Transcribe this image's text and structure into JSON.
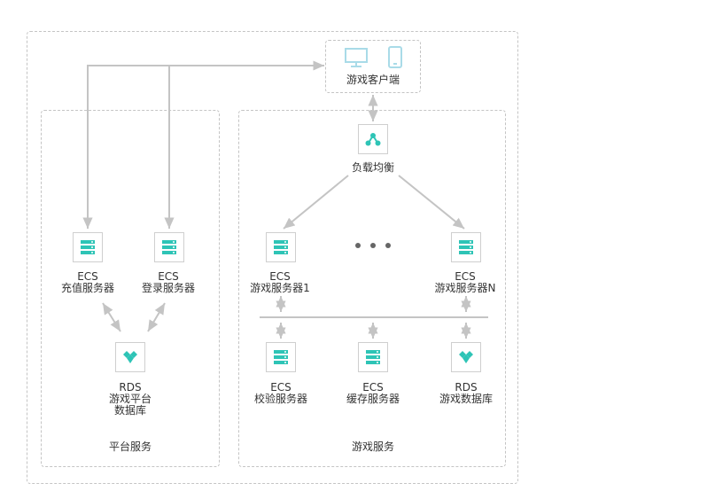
{
  "client": {
    "label": "游戏客户端"
  },
  "load_balancer": {
    "label": "负载均衡"
  },
  "platform": {
    "title": "平台服务",
    "recharge": {
      "line1": "ECS",
      "line2": "充值服务器"
    },
    "login": {
      "line1": "ECS",
      "line2": "登录服务器"
    },
    "rds": {
      "line1": "RDS",
      "line2": "游戏平台",
      "line3": "数据库"
    }
  },
  "game": {
    "title": "游戏服务",
    "server1": {
      "line1": "ECS",
      "line2": "游戏服务器1"
    },
    "serverN": {
      "line1": "ECS",
      "line2": "游戏服务器N"
    },
    "check": {
      "line1": "ECS",
      "line2": "校验服务器"
    },
    "cache": {
      "line1": "ECS",
      "line2": "缓存服务器"
    },
    "rds": {
      "line1": "RDS",
      "line2": "游戏数据库"
    }
  },
  "colors": {
    "icon": "#2ec4b6",
    "icon_light": "#a9dbe8",
    "line": "#c4c4c4",
    "border": "#c4c4c4"
  },
  "icons": {
    "client": [
      "monitor-icon",
      "phone-icon"
    ],
    "lb": "load-balancer-icon",
    "ecs": "server-icon",
    "rds": "database-icon",
    "ellipsis": "ellipsis-icon"
  }
}
